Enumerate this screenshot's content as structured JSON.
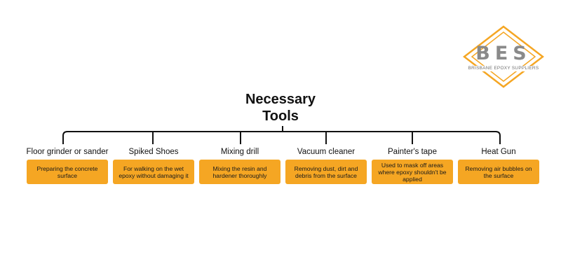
{
  "logo": {
    "letters": "BES",
    "tagline": "BRISBANE EPOXY SUPPLIERS",
    "accent_color": "#f5a623",
    "letter_color": "#8a8a8a"
  },
  "title": {
    "line1": "Necessary",
    "line2": "Tools"
  },
  "colors": {
    "box_fill": "#f5a623",
    "line": "#111111"
  },
  "tools": [
    {
      "name": "Floor grinder or sander",
      "description": "Preparing the concrete surface"
    },
    {
      "name": "Spiked Shoes",
      "description": "For walking on the wet epoxy without damaging it"
    },
    {
      "name": "Mixing drill",
      "description": "Mixing the resin and hardener thoroughly"
    },
    {
      "name": "Vacuum cleaner",
      "description": "Removing dust, dirt and debris from the surface"
    },
    {
      "name": "Painter's tape",
      "description": "Used to mask off areas where epoxy shouldn't be applied"
    },
    {
      "name": "Heat Gun",
      "description": "Removing air bubbles on the surface"
    }
  ]
}
